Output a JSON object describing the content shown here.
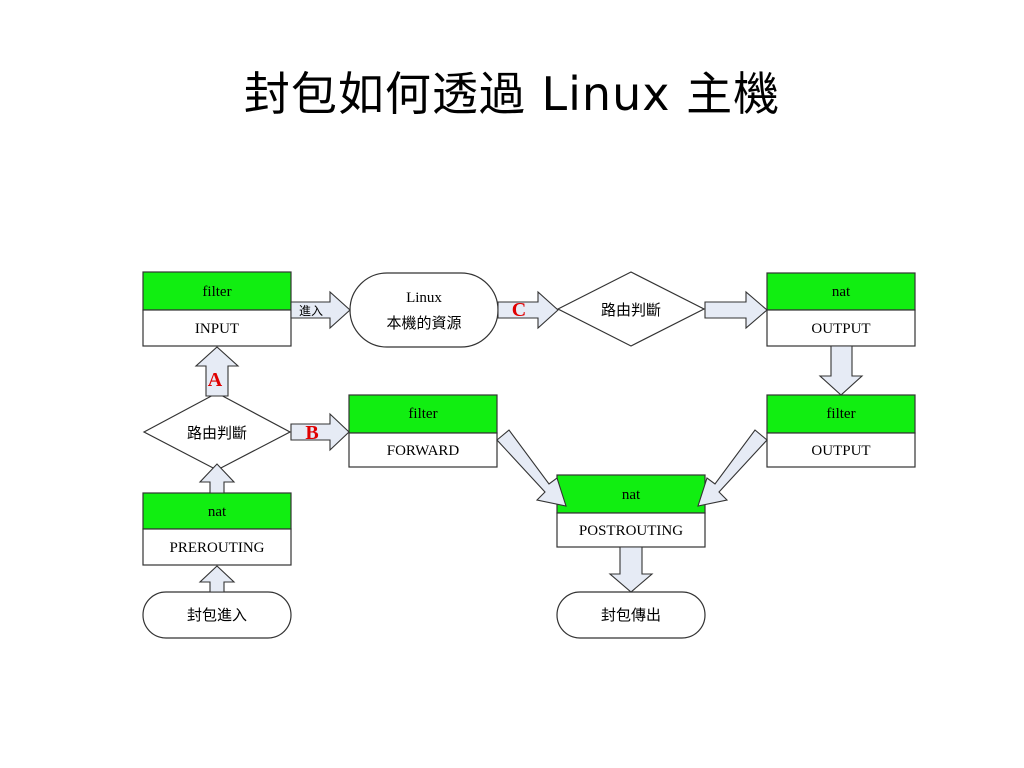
{
  "title": "封包如何透過 Linux 主機",
  "boxes": {
    "input": {
      "top": "filter",
      "bottom": "INPUT"
    },
    "prerouting": {
      "top": "nat",
      "bottom": "PREROUTING"
    },
    "forward": {
      "top": "filter",
      "bottom": "FORWARD"
    },
    "output_nat": {
      "top": "nat",
      "bottom": "OUTPUT"
    },
    "output_filter": {
      "top": "filter",
      "bottom": "OUTPUT"
    },
    "postrouting": {
      "top": "nat",
      "bottom": "POSTROUTING"
    }
  },
  "decisions": {
    "left": "路由判斷",
    "right": "路由判斷"
  },
  "terminals": {
    "packet_in": "封包進入",
    "packet_out": "封包傳出",
    "local_line1": "Linux",
    "local_line2": "本機的資源"
  },
  "labels": {
    "enter": "進入",
    "marker_a": "A",
    "marker_b": "B",
    "marker_c": "C"
  },
  "colors": {
    "chain_header": "#11ee11",
    "arrow_fill": "#e6ebf5",
    "marker": "#e00000"
  }
}
